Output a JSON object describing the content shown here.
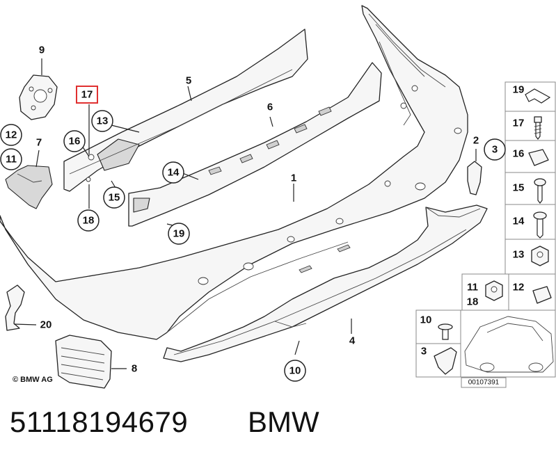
{
  "diagram": {
    "copyright": "© BMW AG",
    "drawing_number": "00107391",
    "highlighted_callout": "17",
    "highlight_color": "#e03030",
    "callouts": {
      "c1": "1",
      "c2": "2",
      "c3": "3",
      "c4": "4",
      "c5": "5",
      "c6": "6",
      "c7": "7",
      "c8": "8",
      "c9": "9",
      "c10": "10",
      "c11": "11",
      "c12": "12",
      "c13": "13",
      "c14": "14",
      "c15": "15",
      "c16": "16",
      "c17": "17",
      "c18": "18",
      "c19": "19",
      "c20": "20"
    },
    "legend": {
      "l19": "19",
      "l17": "17",
      "l16": "16",
      "l15": "15",
      "l14": "14",
      "l13": "13",
      "l11": "11",
      "l18": "18",
      "l12": "12",
      "l10": "10",
      "l3": "3"
    }
  },
  "footer": {
    "part_number": "51118194679",
    "brand": "BMW"
  }
}
